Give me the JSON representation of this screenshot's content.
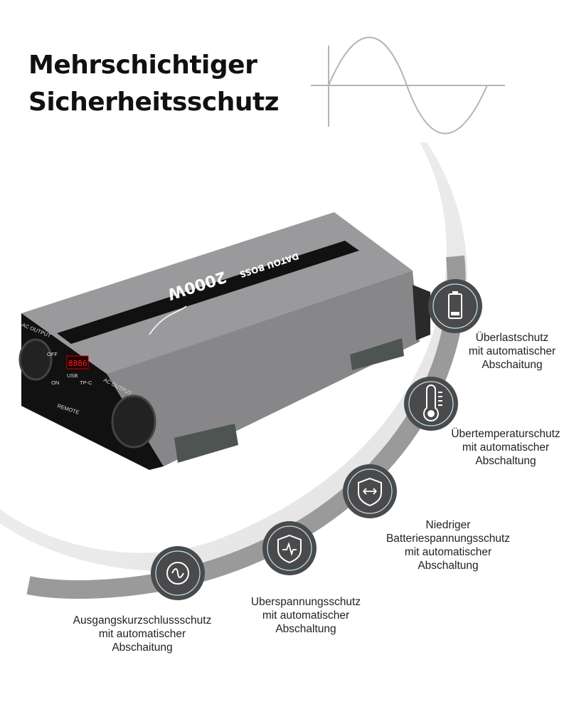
{
  "header": {
    "title_line1": "Mehrschichtiger",
    "title_line2": "Sicherheitsschutz",
    "icon": "sine-wave-icon"
  },
  "product": {
    "model_label": "2000W",
    "brand_label": "DATOU BOSS",
    "port_labels": [
      "AC OUTPUT",
      "AC OUTPUT",
      "OFF",
      "ON",
      "USB",
      "TP-C",
      "REMOTE"
    ],
    "display_value": "8886",
    "body_color": "#8e8e90",
    "panel_color": "#111111"
  },
  "features": [
    {
      "icon": "battery-icon",
      "line1": "Überlastschutz",
      "line2": "mit automatischer",
      "line3": "Abschaitung"
    },
    {
      "icon": "thermometer-icon",
      "line1": "Übertemperaturschutz",
      "line2": "mit  automatischer",
      "line3": "Abschaltung"
    },
    {
      "icon": "shield-arrows-icon",
      "line1": "Niedriger",
      "line2": "Batteriespannungsschutz",
      "line3": "mit  automatischer",
      "line4": "Abschaltung"
    },
    {
      "icon": "shield-surge-icon",
      "line1": "Uberspannungsschutz",
      "line2": "mit  automatischer",
      "line3": "Abschaltung"
    },
    {
      "icon": "ac-wave-icon",
      "line1": "Ausgangskurzschlussschutz",
      "line2": "mit  automatischer",
      "line3": "Abschaitung"
    }
  ],
  "colors": {
    "icon_circle": "#4a4a4c",
    "arc_dark": "#9a9a9a",
    "arc_light": "#eeeeee"
  }
}
